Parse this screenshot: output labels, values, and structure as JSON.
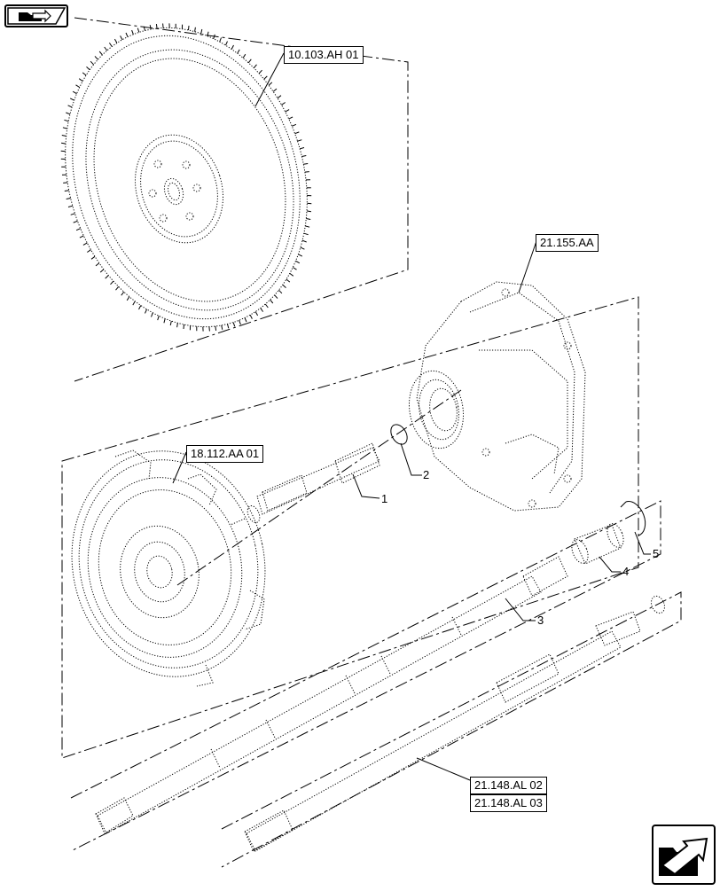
{
  "references": {
    "flywheel": "10.103.AH 01",
    "housing": "21.155.AA",
    "damper": "18.112.AA 01",
    "shaft_a": "21.148.AL 02",
    "shaft_b": "21.148.AL 03"
  },
  "callouts": [
    "1",
    "2",
    "3",
    "4",
    "5"
  ],
  "navigation": {
    "prev_icon": "arrow-back-folder-icon",
    "next_icon": "arrow-forward-folder-icon"
  },
  "colors": {
    "line": "#000000",
    "background": "#ffffff"
  }
}
